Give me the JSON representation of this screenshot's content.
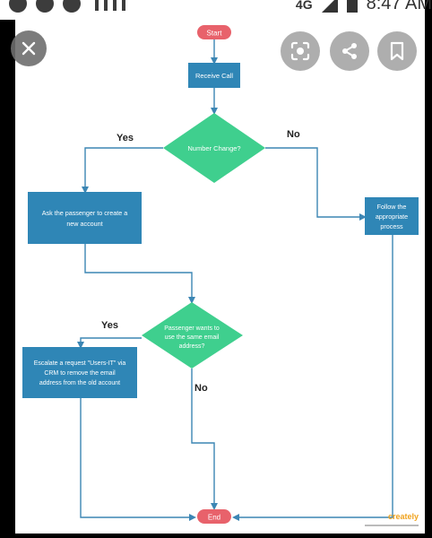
{
  "status_bar": {
    "network": "4G",
    "time": "8:47 AM"
  },
  "viewer": {
    "buttons": {
      "close_icon": "close-icon",
      "lens_icon": "lens-icon",
      "share_icon": "share-icon",
      "save_icon": "bookmark-icon"
    }
  },
  "flowchart": {
    "start": "Start",
    "receive_call": "Receive Call",
    "decision1": "Number Change?",
    "yes1": "Yes",
    "no1": "No",
    "ask_passenger_line1": "Ask the passenger to create a",
    "ask_passenger_line2": "new account",
    "follow_line1": "Follow the",
    "follow_line2": "appropriate",
    "follow_line3": "process",
    "decision2_line1": "Passenger wants to",
    "decision2_line2": "use the same email",
    "decision2_line3": "address?",
    "yes2": "Yes",
    "no2": "No",
    "escalate_line1": "Escalate a request \"Users-IT\" via",
    "escalate_line2": "CRM to remove the email",
    "escalate_line3": "address from the old account",
    "end": "End",
    "watermark": "creately"
  },
  "colors": {
    "terminator": "#e8626b",
    "process": "#2f86b6",
    "decision": "#3fcf8e",
    "arrow": "#3c86b4"
  }
}
